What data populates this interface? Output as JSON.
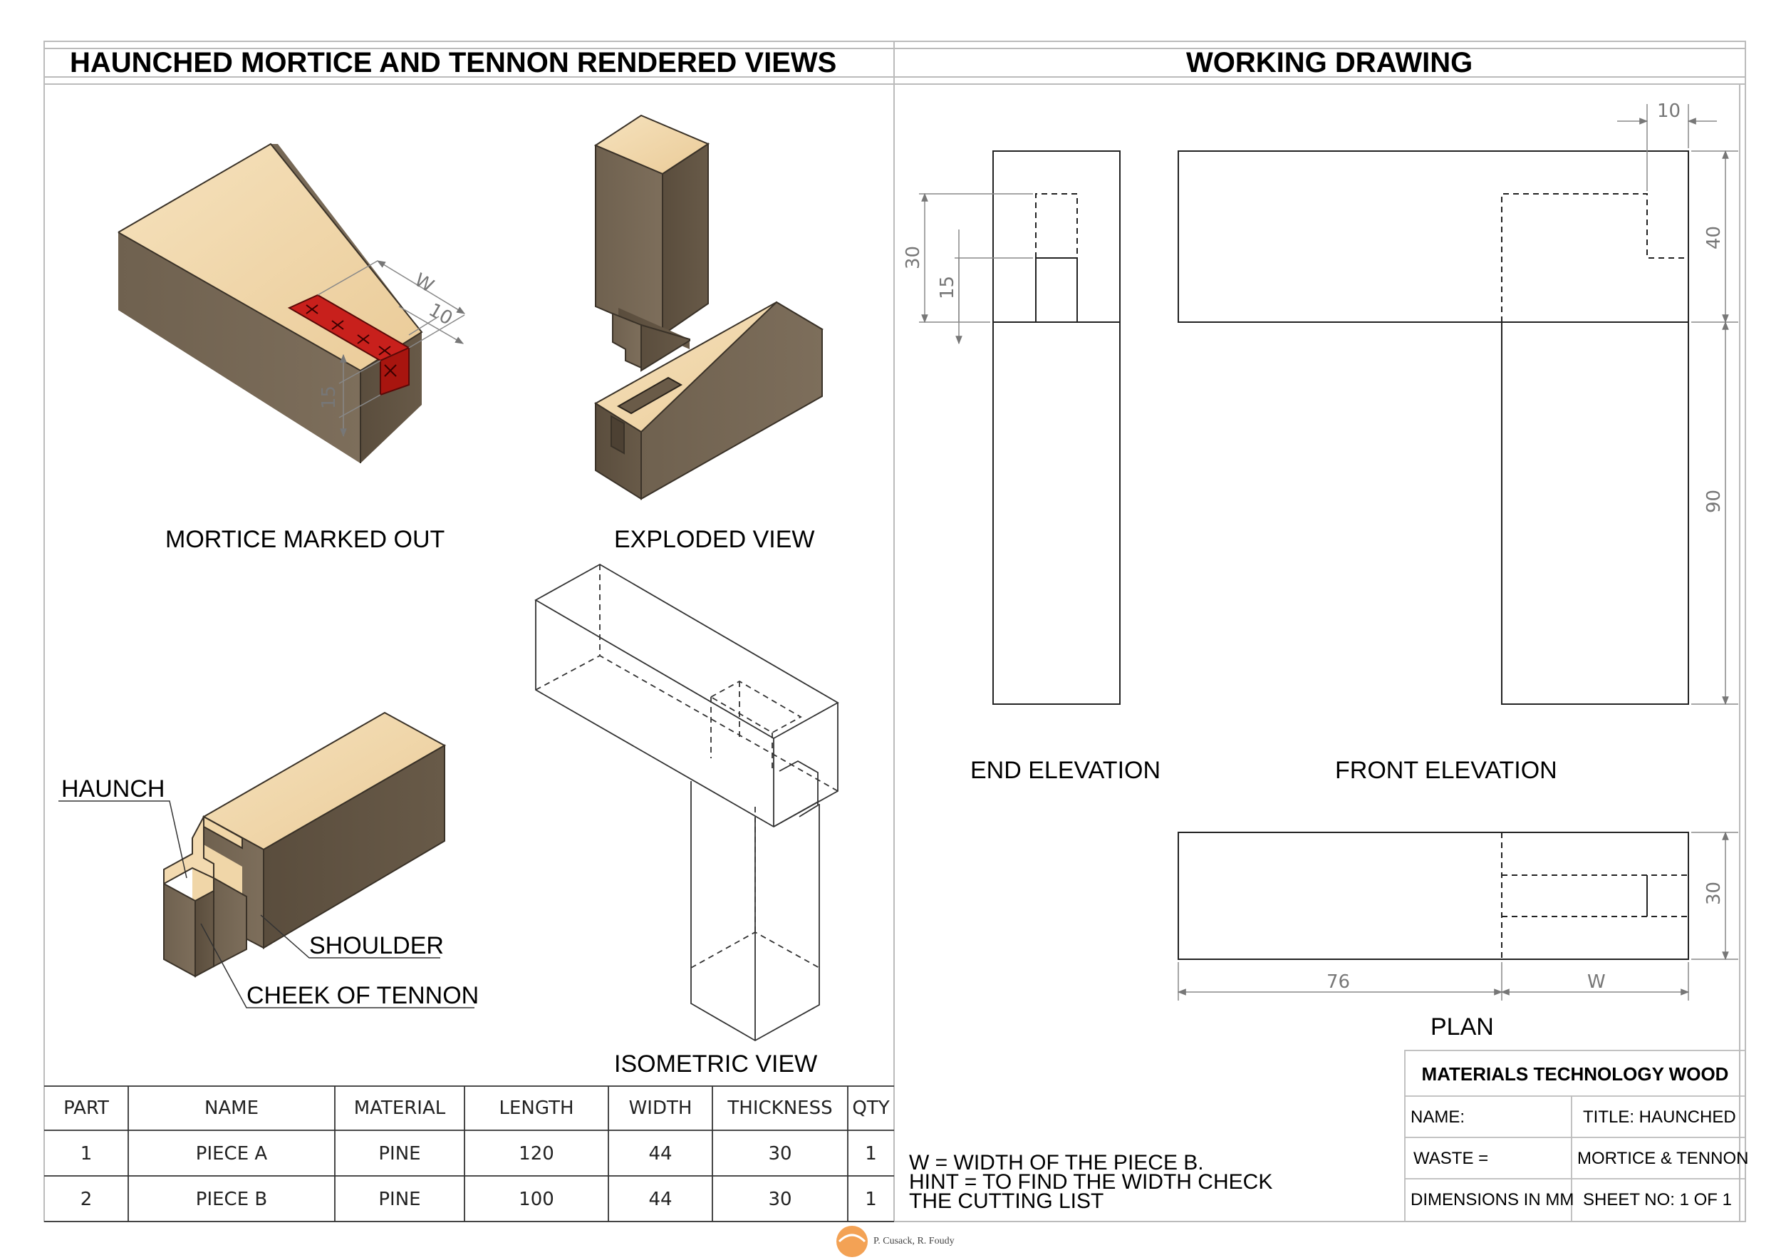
{
  "headers": {
    "left": "HAUNCHED MORTICE AND TENNON RENDERED VIEWS",
    "right": "WORKING DRAWING"
  },
  "views": {
    "mortice": "MORTICE MARKED OUT",
    "exploded": "EXPLODED VIEW",
    "isometric": "ISOMETRIC VIEW",
    "end": "END ELEVATION",
    "front": "FRONT ELEVATION",
    "plan": "PLAN"
  },
  "callouts": {
    "haunch": "HAUNCH",
    "shoulder": "SHOULDER",
    "cheek": "CHEEK OF TENNON"
  },
  "dimensions": {
    "w": "W",
    "ten": "10",
    "fifteen": "15",
    "thirty": "30",
    "forty": "40",
    "ninety": "90",
    "seventy_six": "76"
  },
  "cutting_list": {
    "headers": [
      "PART",
      "NAME",
      "MATERIAL",
      "LENGTH",
      "WIDTH",
      "THICKNESS",
      "QTY"
    ],
    "rows": [
      [
        "1",
        "PIECE A",
        "PINE",
        "120",
        "44",
        "30",
        "1"
      ],
      [
        "2",
        "PIECE B",
        "PINE",
        "100",
        "44",
        "30",
        "1"
      ]
    ]
  },
  "note": {
    "line1": "W = WIDTH OF THE PIECE B.",
    "line2": "HINT = TO FIND THE WIDTH CHECK",
    "line3": "THE CUTTING LIST"
  },
  "title_block": {
    "heading": "MATERIALS TECHNOLOGY WOOD",
    "name": "NAME:",
    "title": "TITLE: HAUNCHED",
    "waste": "WASTE =",
    "subtitle": "MORTICE & TENNON",
    "units": "DIMENSIONS IN MM",
    "sheet": "SHEET NO: 1 OF 1"
  },
  "credit": "P. Cusack, R. Foudy",
  "colors": {
    "wood_top": "#f3dab0",
    "wood_side": "#6e604f",
    "wood_front": "#5e5140",
    "marking": "#c8201c"
  }
}
